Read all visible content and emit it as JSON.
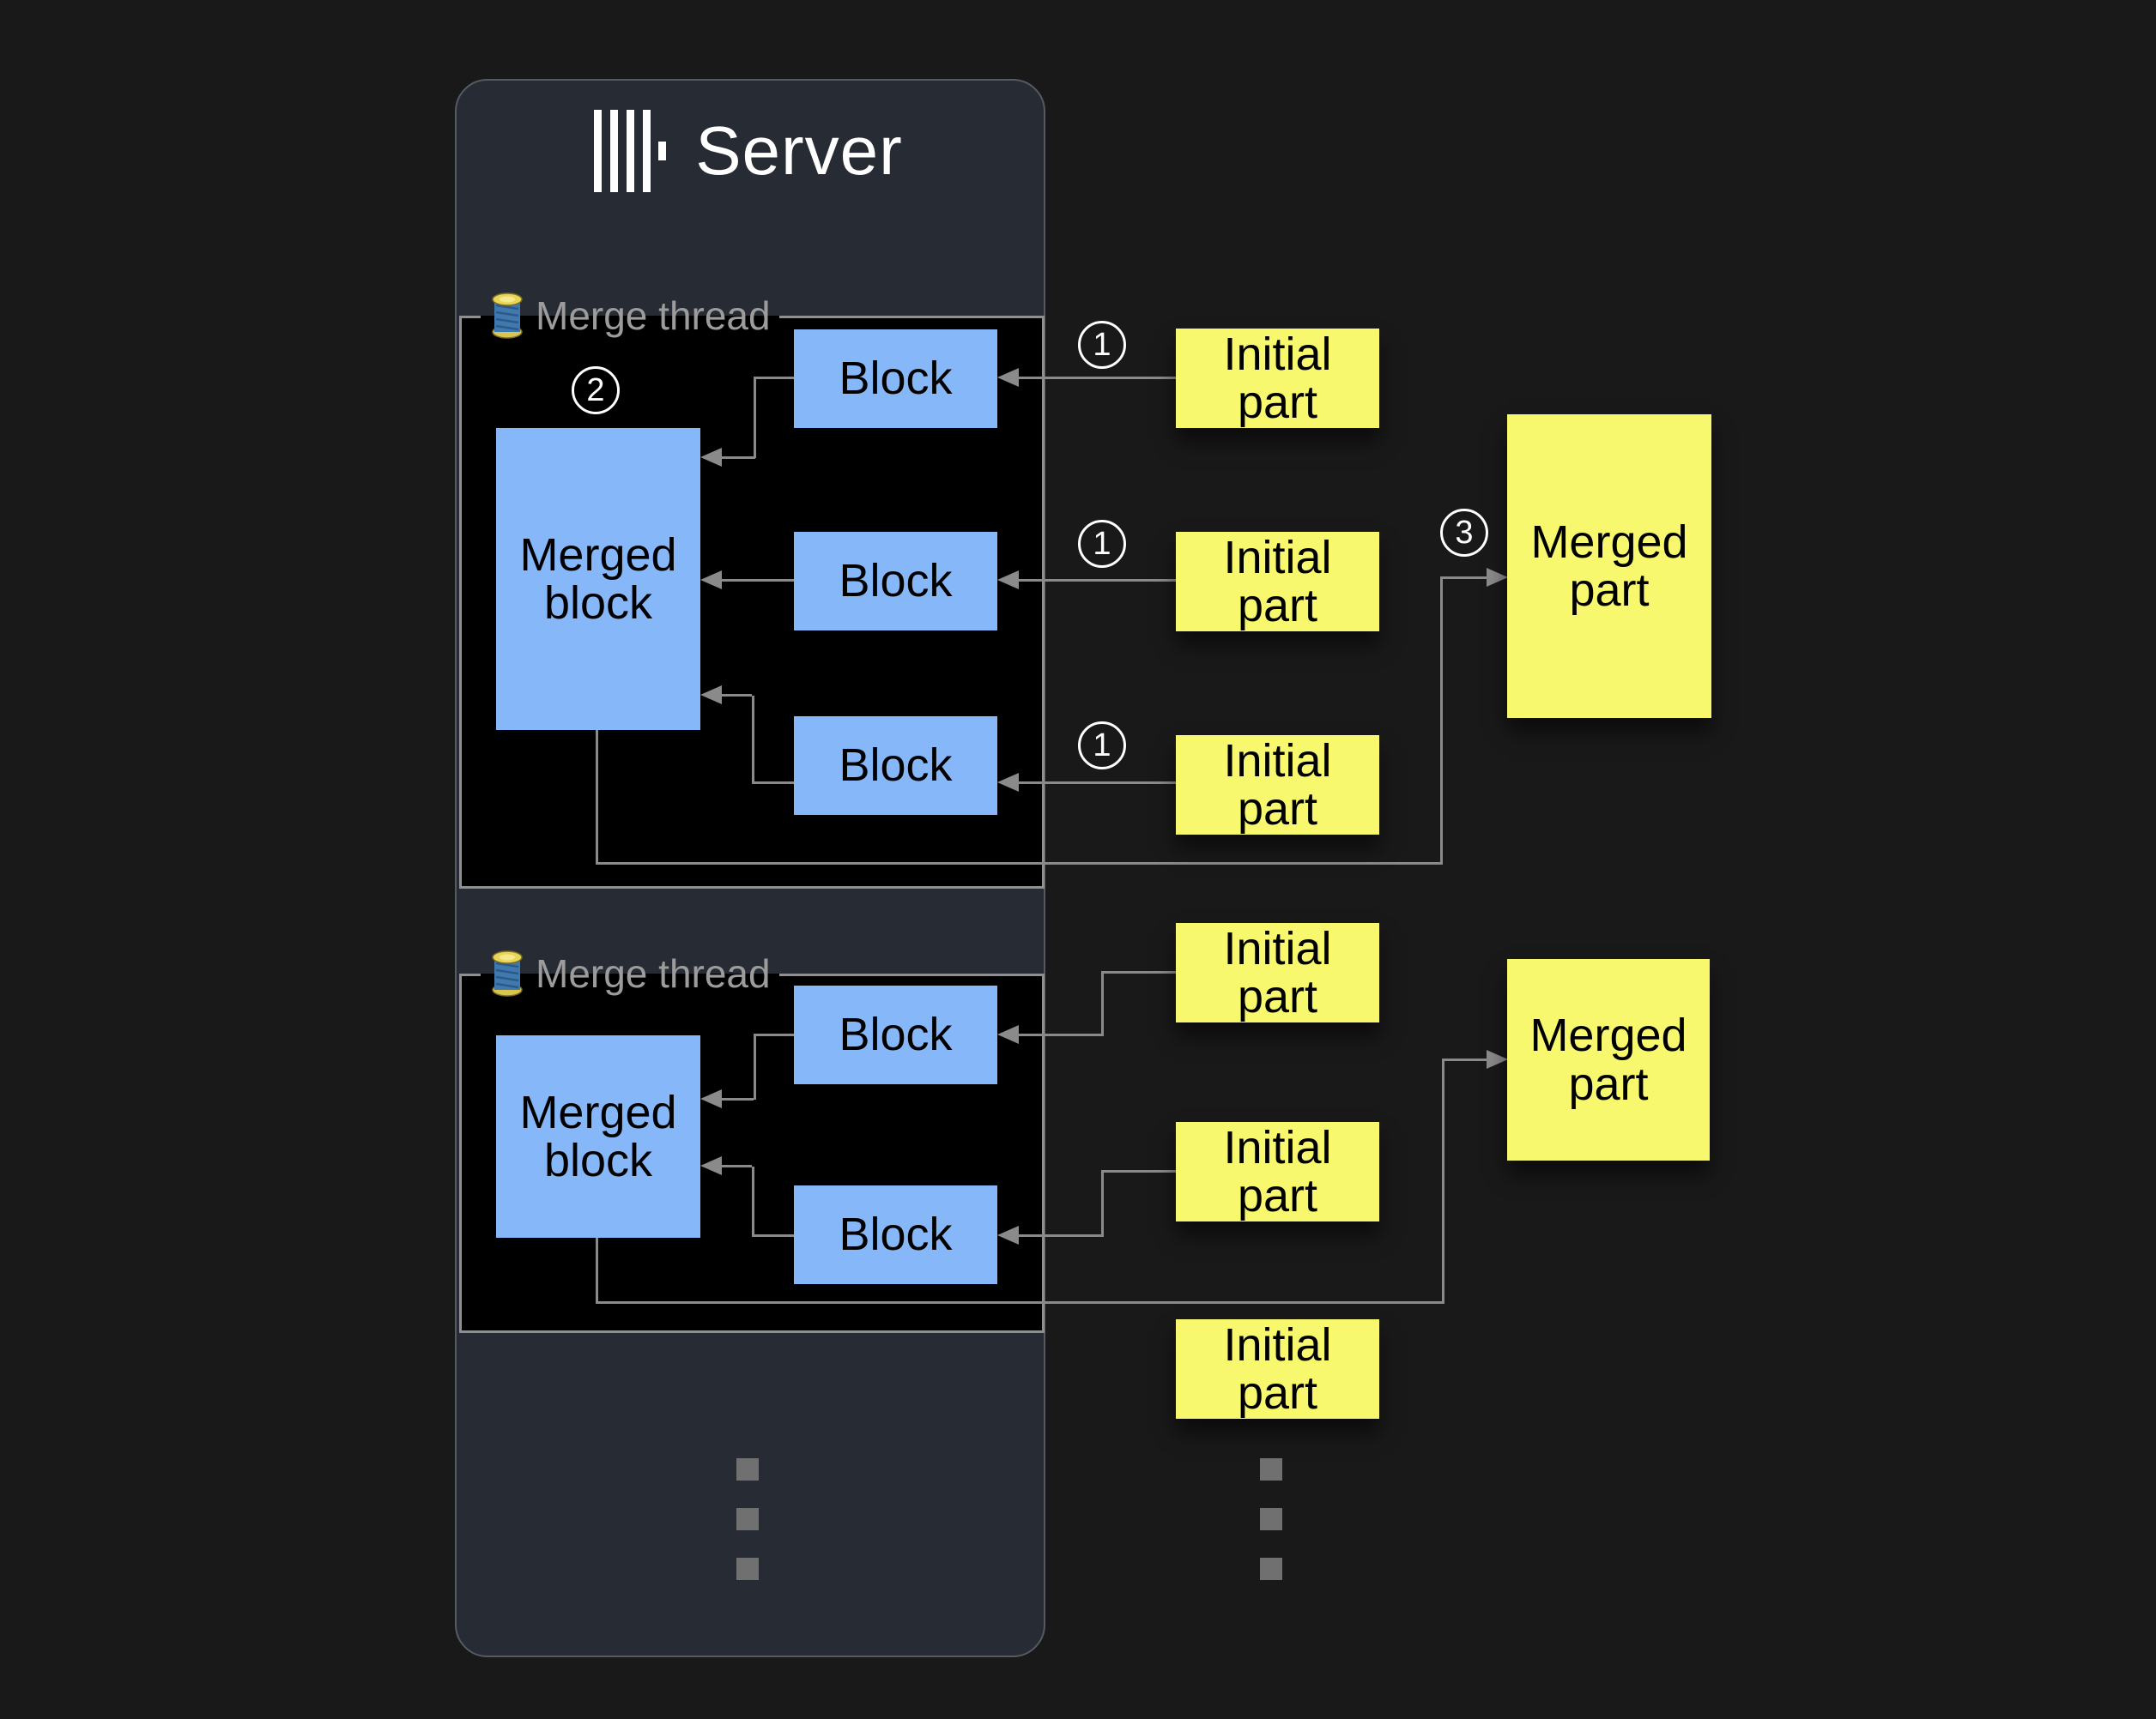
{
  "server": {
    "title": "Server"
  },
  "threads": [
    {
      "label": "Merge thread",
      "merged_block": {
        "label": "Merged block"
      },
      "blocks": [
        {
          "label": "Block"
        },
        {
          "label": "Block"
        },
        {
          "label": "Block"
        }
      ]
    },
    {
      "label": "Merge thread",
      "merged_block": {
        "label": "Merged block"
      },
      "blocks": [
        {
          "label": "Block"
        },
        {
          "label": "Block"
        }
      ]
    }
  ],
  "initial_parts": [
    {
      "label": "Initial part"
    },
    {
      "label": "Initial part"
    },
    {
      "label": "Initial part"
    },
    {
      "label": "Initial part"
    },
    {
      "label": "Initial part"
    },
    {
      "label": "Initial part"
    }
  ],
  "merged_parts": [
    {
      "label": "Merged part"
    },
    {
      "label": "Merged part"
    }
  ],
  "steps": {
    "insert": "1",
    "merge": "2",
    "write": "3"
  },
  "icons": {
    "server_logo": "clickhouse-bars-logo",
    "thread": "thread-spool-icon"
  },
  "colors": {
    "background": "#191919",
    "server_fill": "#272b33",
    "thread_fill": "#000000",
    "block_fill": "#86b7f8",
    "part_fill": "#f8f86e",
    "connector": "#8a8a8a",
    "label_gray": "#9c9c9c",
    "step_white": "#ffffff",
    "dot_gray": "#707070"
  }
}
